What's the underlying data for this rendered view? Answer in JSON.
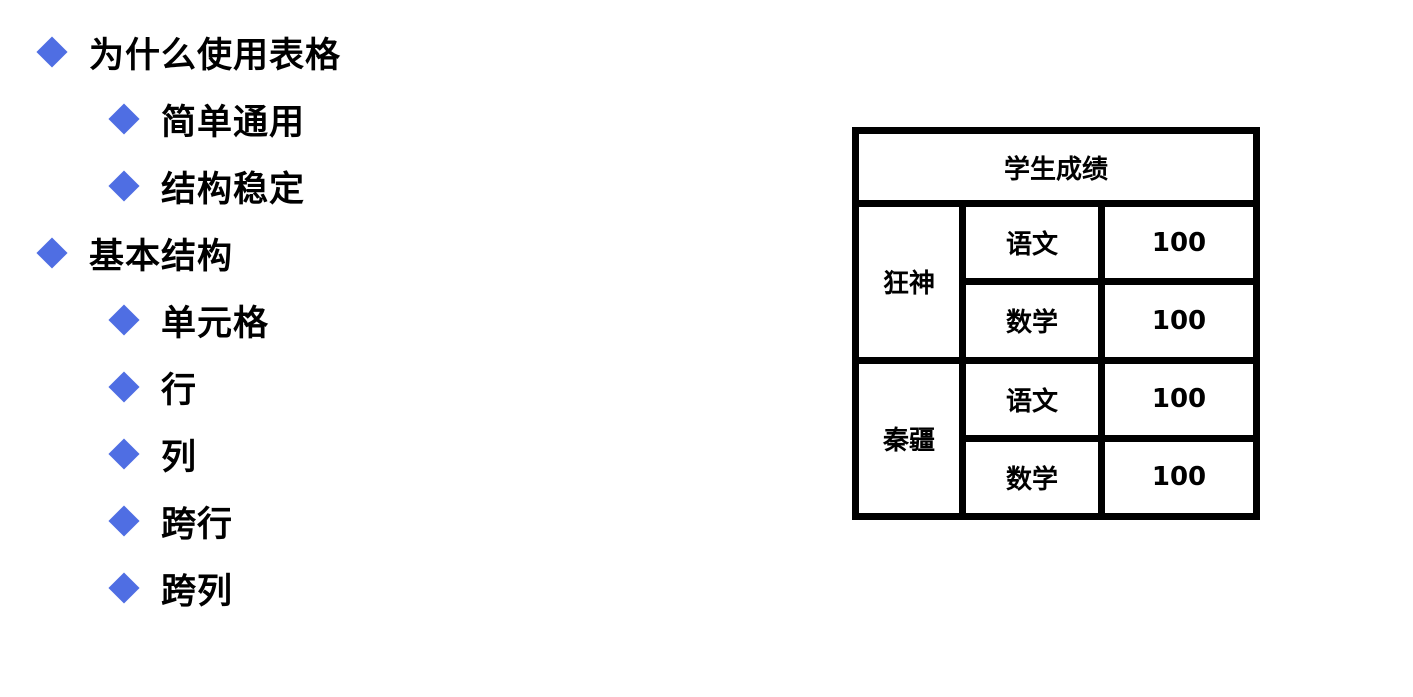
{
  "bullets": [
    {
      "level": 0,
      "text": "为什么使用表格"
    },
    {
      "level": 1,
      "text": "简单通用"
    },
    {
      "level": 1,
      "text": "结构稳定"
    },
    {
      "level": 0,
      "text": "基本结构"
    },
    {
      "level": 1,
      "text": "单元格"
    },
    {
      "level": 1,
      "text": "行"
    },
    {
      "level": 1,
      "text": "列"
    },
    {
      "level": 1,
      "text": "跨行"
    },
    {
      "level": 1,
      "text": "跨列"
    }
  ],
  "bullet_icon": "diamond-icon",
  "bullet_color": "#4f6ee3",
  "table": {
    "title": "学生成绩",
    "students": [
      {
        "name": "狂神",
        "rows": [
          {
            "subject": "语文",
            "score": "100"
          },
          {
            "subject": "数学",
            "score": "100"
          }
        ]
      },
      {
        "name": "秦疆",
        "rows": [
          {
            "subject": "语文",
            "score": "100"
          },
          {
            "subject": "数学",
            "score": "100"
          }
        ]
      }
    ]
  }
}
